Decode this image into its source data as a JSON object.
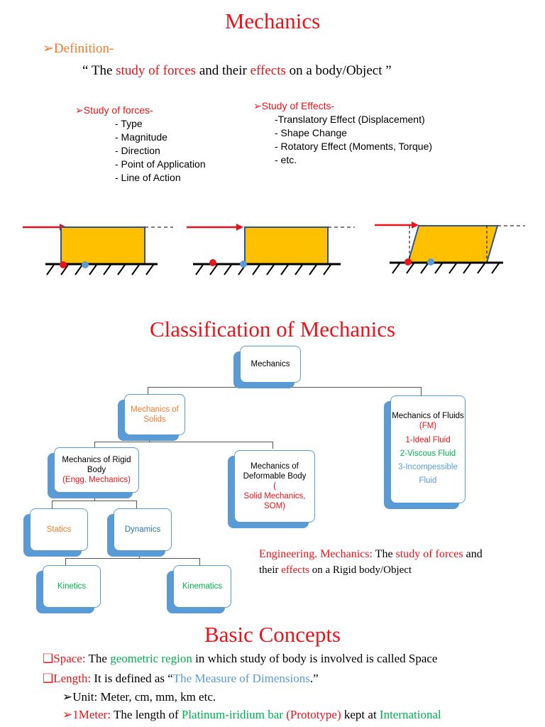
{
  "colors": {
    "red": "#e8141b",
    "orange": "#ed7d31",
    "green": "#00b050",
    "blue": "#5b9bd5",
    "block": "#ffc000"
  },
  "title": "Mechanics",
  "definition": {
    "label": "Definition-",
    "quote_parts": [
      "“ The ",
      "study of forces",
      " and their ",
      "effects",
      " on a body/Object ”"
    ]
  },
  "forces": {
    "heading": "Study of forces-",
    "items": [
      "- Type",
      "- Magnitude",
      "- Direction",
      "- Point of Application",
      "- Line of Action"
    ]
  },
  "effects": {
    "heading": "Study of Effects-",
    "items": [
      "-Translatory Effect (Displacement)",
      "- Shape Change",
      "- Rotatory Effect (Moments, Torque)",
      "- etc."
    ]
  },
  "classification": {
    "title": "Classification of Mechanics",
    "root": "Mechanics",
    "solids": "Mechanics of Solids",
    "rigid": "Mechanics of Rigid Body",
    "rigid_sub": "(Engg. Mechanics)",
    "deformable": "Mechanics of Deformable Body",
    "deformable_sub1": "(",
    "deformable_sub2": "Solid Mechanics, SOM)",
    "fluids": "Mechanics of Fluids",
    "fluids_sub": "(FM)",
    "fluid_items": [
      "1-Ideal Fluid",
      "2-Viscous Fluid",
      "3-Incompessible Fluid"
    ],
    "statics": "Statics",
    "dynamics": "Dynamics",
    "kinetics": "Kinetics",
    "kinematics": "Kinematics"
  },
  "eng_def": {
    "label": "Engineering. Mechanics:",
    "t1": " The ",
    "t2": "study of forces",
    "t3": " and",
    "t4": "their ",
    "t5": "effects",
    "t6": " on a Rigid body/Object"
  },
  "basic": {
    "title": "Basic Concepts",
    "space_label": "Space:",
    "space_t1": " The ",
    "space_t2": "geometric region",
    "space_t3": " in which study of body is involved is called Space",
    "length_label": "Length:",
    "length_t1": " It is defined as “",
    "length_t2": "The Measure of Dimensions",
    "length_t3": ".”",
    "unit": "Unit: Meter, cm, mm, km etc.",
    "meter_label": "1Meter:",
    "meter_t1": " The length of ",
    "meter_t2": "Platinum-iridium bar",
    "meter_t3": " (Prototype)",
    "meter_t4": " kept at ",
    "meter_t5": "International"
  }
}
